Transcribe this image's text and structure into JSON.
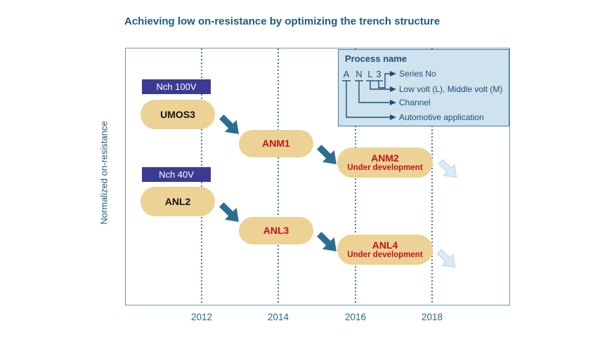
{
  "title": "Achieving low on-resistance by optimizing the trench structure",
  "axes": {
    "y_label": "Normalized on-resistance",
    "x_ticks": [
      "2012",
      "2014",
      "2016",
      "2018"
    ]
  },
  "voltage_labels": {
    "nch100": "Nch 100V",
    "nch40": "Nch 40V"
  },
  "nodes": {
    "umos3": {
      "label": "UMOS3"
    },
    "anm1": {
      "label": "ANM1"
    },
    "anm2": {
      "label": "ANM2",
      "status": "Under development"
    },
    "anl2": {
      "label": "ANL2"
    },
    "anl3": {
      "label": "ANL3"
    },
    "anl4": {
      "label": "ANL4",
      "status": "Under development"
    }
  },
  "legend": {
    "title": "Process name",
    "letters": [
      "A",
      "N",
      "L",
      "3"
    ],
    "entries": [
      "Series No",
      "Low volt (L), Middle volt (M)",
      "Channel",
      "Automotive application"
    ]
  },
  "colors": {
    "accent_teal": "#1e5b80",
    "node_fill": "#ecd294",
    "voltage_fill": "#3c3b94",
    "red_text": "#c2131f",
    "arrow_dark": "#2d6e90",
    "arrow_light_fill": "#d8eaf5",
    "arrow_light_stroke": "#8fbcd4",
    "legend_bg": "#cee3ee",
    "gridline": "#3f7ba6"
  }
}
